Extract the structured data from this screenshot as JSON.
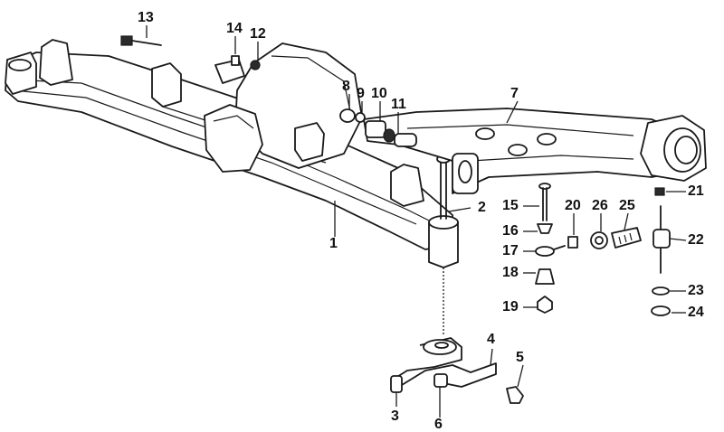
{
  "diagram": {
    "callouts": [
      "1",
      "2",
      "3",
      "4",
      "5",
      "6",
      "7",
      "8",
      "9",
      "10",
      "11",
      "12",
      "13",
      "14",
      "15",
      "16",
      "17",
      "18",
      "19",
      "20",
      "21",
      "22",
      "23",
      "24",
      "25",
      "26"
    ]
  },
  "colors": {
    "ink": "#1a1a1a",
    "paper": "#ffffff"
  }
}
